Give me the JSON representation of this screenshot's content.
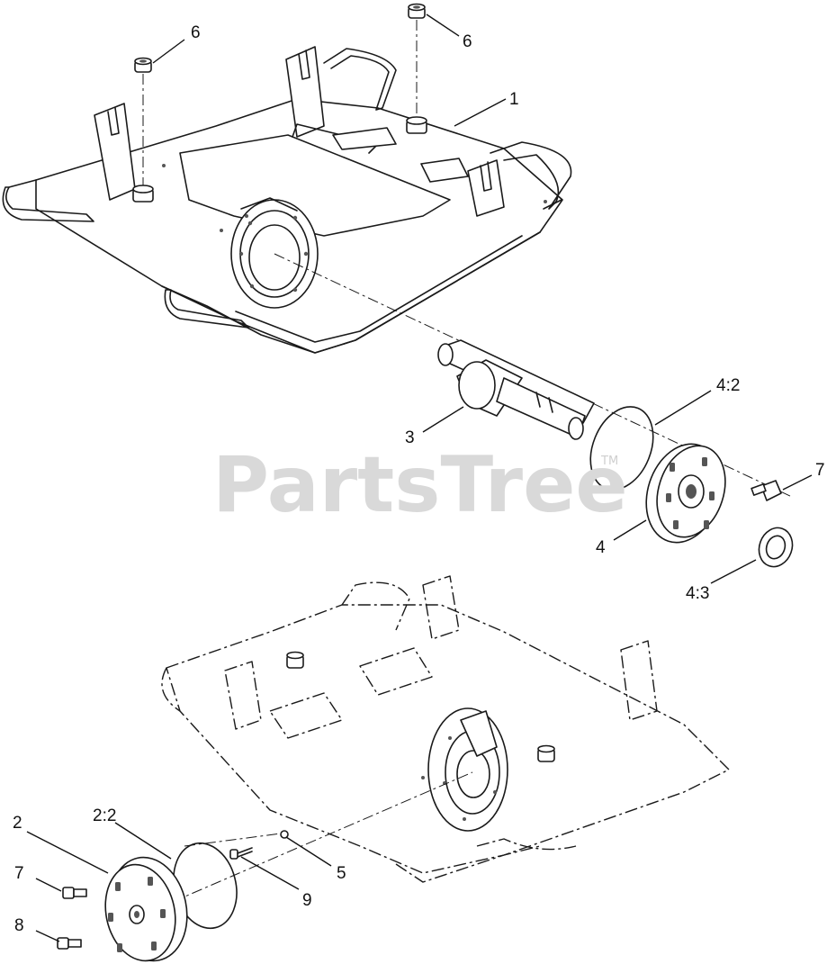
{
  "watermark": {
    "text": "PartsTree",
    "trademark": "TM"
  },
  "callouts": {
    "c1": "1",
    "c2": "2",
    "c2_2": "2:2",
    "c3": "3",
    "c4": "4",
    "c4_2": "4:2",
    "c4_3": "4:3",
    "c5": "5",
    "c6a": "6",
    "c6b": "6",
    "c7a": "7",
    "c7b": "7",
    "c8": "8",
    "c9": "9"
  },
  "colors": {
    "line": "#1a1a1a",
    "watermark": "#d9d9d9",
    "background": "#ffffff"
  }
}
